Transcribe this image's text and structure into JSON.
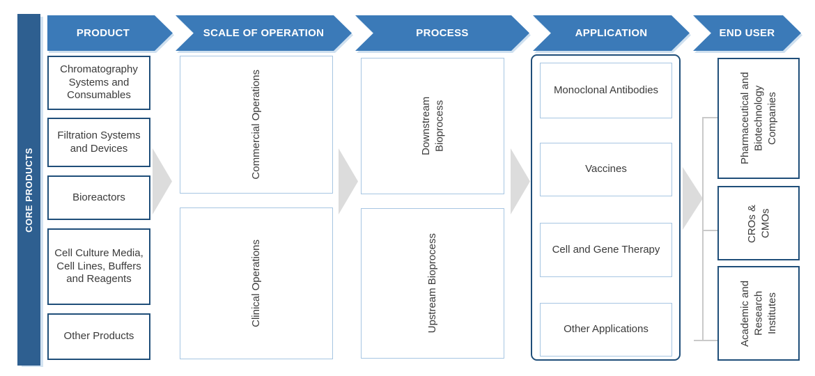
{
  "core_products_label": "CORE PRODUCTS",
  "headers": [
    "PRODUCT",
    "SCALE OF OPERATION",
    "PROCESS",
    "APPLICATION",
    "END USER"
  ],
  "columns": {
    "product": {
      "items": [
        "Chromatography Systems and Consumables",
        "Filtration Systems and Devices",
        "Bioreactors",
        "Cell Culture Media, Cell Lines, Buffers and Reagents",
        "Other Products"
      ]
    },
    "scale_of_operation": {
      "items": [
        "Commercial Operations",
        "Clinical Operations"
      ]
    },
    "process": {
      "items": [
        "Downstream Bioprocess",
        "Upstream Bioprocess"
      ]
    },
    "application": {
      "items": [
        "Monoclonal Antibodies",
        "Vaccines",
        "Cell and Gene Therapy",
        "Other Applications"
      ]
    },
    "end_user": {
      "items": [
        "Pharmaceutical and Biotechnology Companies",
        "CROs & CMOs",
        "Academic and Research Institutes"
      ]
    }
  },
  "colors": {
    "header_blue": "#3b7ab8",
    "core_bar_blue": "#2e5f90",
    "dark_border_navy": "#1f4e79",
    "light_border_blue": "#a6c5e2",
    "flow_arrow_gray": "#dcdcdc",
    "bracket_gray": "#c9c9c9",
    "text_gray": "#3a3a3a",
    "shadow_light_blue": "#d3e3f1"
  }
}
